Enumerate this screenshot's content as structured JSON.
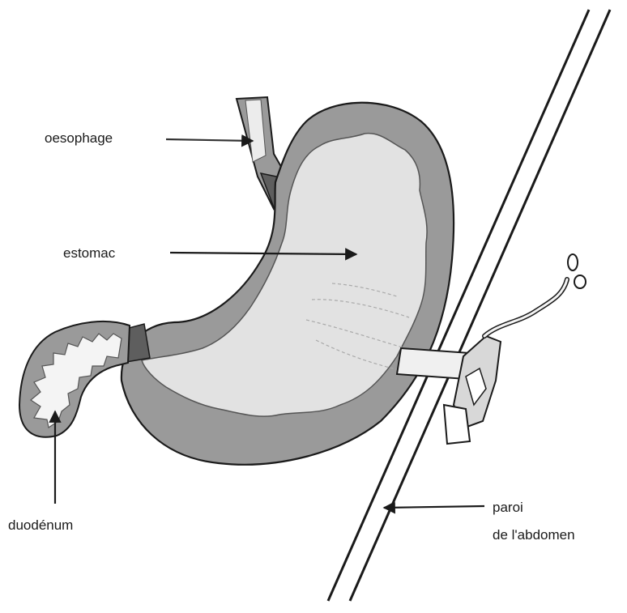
{
  "labels": {
    "oesophage": "oesophage",
    "estomac": "estomac",
    "duodenum": "duodénum",
    "paroi_line1": "paroi",
    "paroi_line2": "de l'abdomen"
  },
  "colors": {
    "outer_wall": "#9a9a9a",
    "inner_cavity": "#e2e2e2",
    "duodenum_lining": "#f4f4f4",
    "sphincter": "#5e5e5e",
    "outline": "#1a1a1a",
    "tube": "#f0f0f0"
  }
}
